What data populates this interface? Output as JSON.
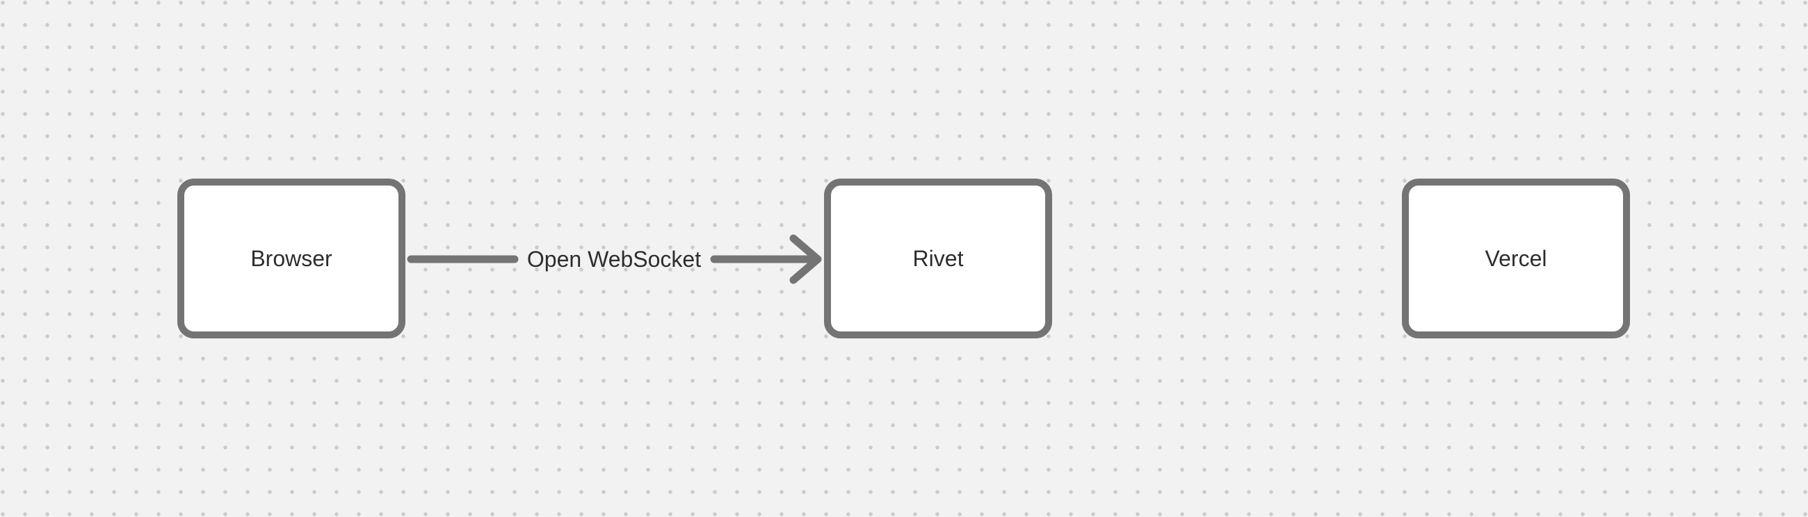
{
  "canvas": {
    "kind": "diagram-whiteboard",
    "background": "dotted-grid"
  },
  "theme": {
    "canvas_bg": "#f2f2f2",
    "dot_color": "#cbcbcb",
    "shape_stroke": "#747474",
    "shape_fill": "#ffffff",
    "text_color": "#2d2d2d"
  },
  "nodes": [
    {
      "id": "browser",
      "label": "Browser"
    },
    {
      "id": "rivet",
      "label": "Rivet"
    },
    {
      "id": "vercel",
      "label": "Vercel"
    }
  ],
  "connectors": [
    {
      "from": "browser",
      "to": "rivet",
      "label": "Open WebSocket",
      "direction": "right"
    }
  ]
}
